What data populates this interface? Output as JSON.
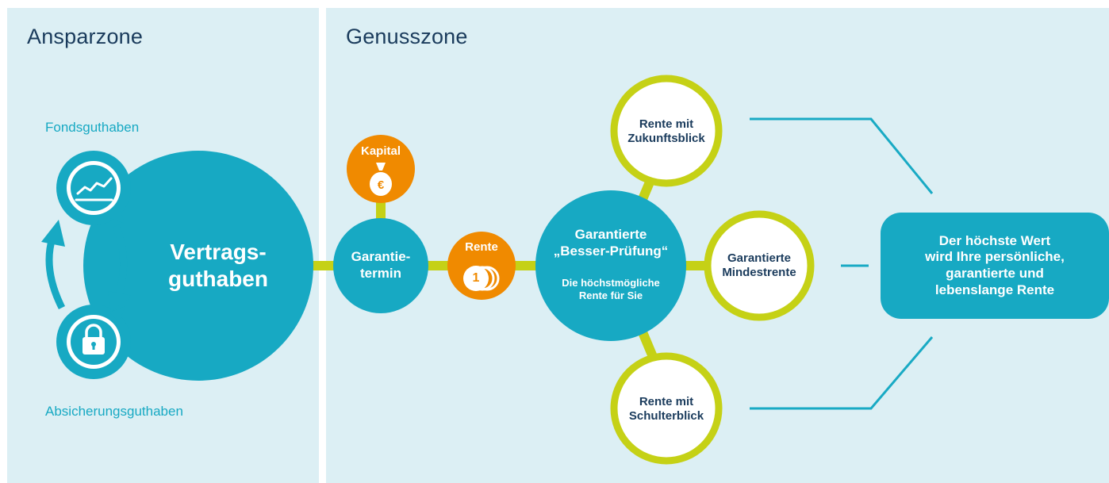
{
  "zones": {
    "savings": {
      "title": "Ansparzone"
    },
    "enjoyment": {
      "title": "Genusszone"
    }
  },
  "savings": {
    "fund_label": "Fondsguthaben",
    "security_label": "Absicherungsguthaben",
    "contract_line1": "Vertrags-",
    "contract_line2": "guthaben",
    "fund_icon": "chart-trend-icon",
    "security_icon": "lock-icon"
  },
  "payout": {
    "guarantee_line1": "Garantie-",
    "guarantee_line2": "termin",
    "capital_label": "Kapital",
    "capital_icon": "money-bag-euro-icon",
    "pension_label": "Rente",
    "pension_coin_text": "1",
    "pension_icon": "coins-icon"
  },
  "check": {
    "line1": "Garantierte",
    "line2": "„Besser-Prüfung“",
    "sub_line1": "Die höchstmögliche",
    "sub_line2": "Rente für Sie"
  },
  "options": [
    {
      "line1": "Rente mit",
      "line2": "Zukunftsblick"
    },
    {
      "line1": "Garantierte",
      "line2": "Mindestrente"
    },
    {
      "line1": "Rente mit",
      "line2": "Schulterblick"
    }
  ],
  "result": {
    "line1": "Der höchste Wert",
    "line2": "wird Ihre persönliche,",
    "line3": "garantierte und",
    "line4": "lebenslange Rente"
  },
  "colors": {
    "teal": "#17a9c3",
    "panel": "#dceff4",
    "lime": "#c5d116",
    "orange": "#f08a00",
    "navy": "#1a3b5c",
    "line": "#19aac4"
  }
}
